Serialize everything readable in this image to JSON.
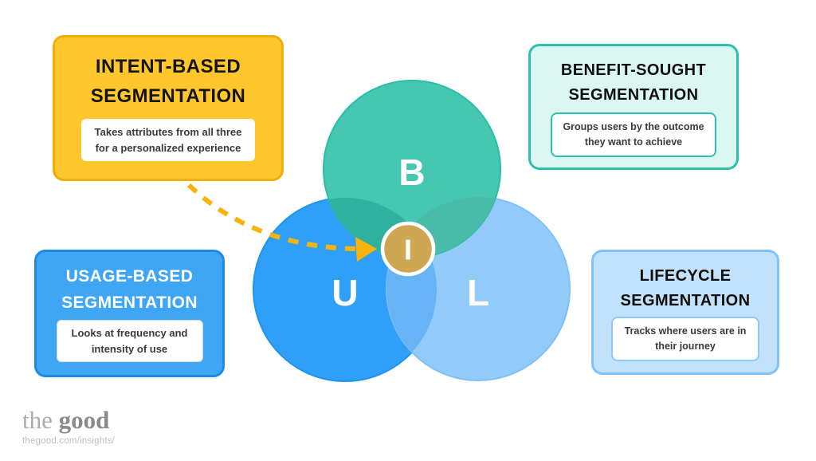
{
  "venn": {
    "circles": [
      {
        "id": "benefit",
        "letter": "B",
        "fill": "#45C7B2",
        "stroke": "#2ABCA4"
      },
      {
        "id": "usage",
        "letter": "U",
        "fill": "#2F9FF7",
        "stroke": "#1B95EE"
      },
      {
        "id": "lifecycle",
        "letter": "L",
        "fill": "#92CBFA",
        "stroke": "#7CC2F8"
      }
    ],
    "overlap_colors": {
      "usage_lifecycle": "#68B3F6",
      "benefit_usage": "#2EB19E",
      "benefit_lifecycle": "#49BCA9",
      "triple": "#74BAF3"
    },
    "center_badge": {
      "letter": "I",
      "fill": "#CFA752",
      "ring": "#FFFFFF"
    },
    "arrow_color": "#F8B409"
  },
  "boxes": {
    "intent": {
      "title": [
        "INTENT-BASED",
        "SEGMENTATION"
      ],
      "description": [
        "Takes attributes from all three",
        "for a personalized experience"
      ],
      "bg": "#FFC72C",
      "border": "#F0AF06"
    },
    "benefit": {
      "title": [
        "BENEFIT-SOUGHT",
        "SEGMENTATION"
      ],
      "description": [
        "Groups users by the outcome",
        "they want to achieve"
      ],
      "bg": "#DAF7F1",
      "border": "#2BC0AE"
    },
    "usage": {
      "title": [
        "USAGE-BASED",
        "SEGMENTATION"
      ],
      "description": [
        "Looks at frequency and",
        "intensity of use"
      ],
      "bg": "#3FA6F6",
      "border": "#1C8BE4"
    },
    "lifecycle": {
      "title": [
        "LIFECYCLE",
        "SEGMENTATION"
      ],
      "description": [
        "Tracks where users are in",
        "their journey"
      ],
      "bg": "#C2E2FC",
      "border": "#7FC2F9"
    }
  },
  "footer": {
    "logo": {
      "part1": "the",
      "part2": "good"
    },
    "url": "thegood.com/insights/"
  }
}
